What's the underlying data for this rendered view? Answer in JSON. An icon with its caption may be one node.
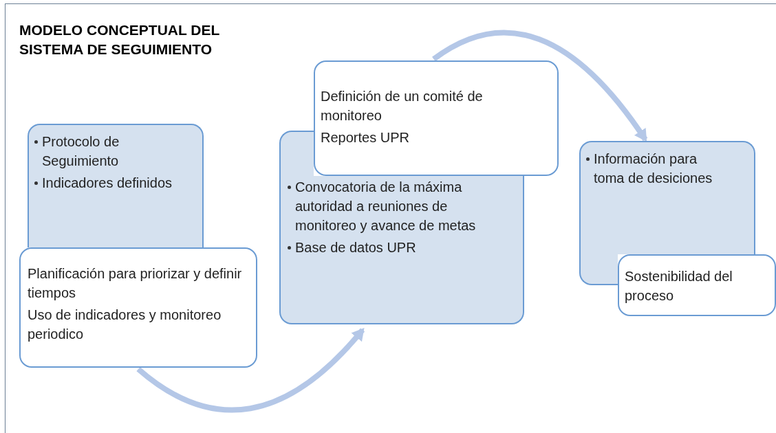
{
  "diagram": {
    "title": "MODELO CONCEPTUAL DEL SISTEMA DE SEGUIMIENTO",
    "nodes": [
      {
        "text": [
          "Protocolo de Seguimiento",
          "Indicadores definidos"
        ]
      },
      {
        "text": [
          "Planificación para priorizar y definir tiempos",
          "Uso de indicadores y monitoreo periodico"
        ]
      },
      {
        "text": [
          "Convocatoria de la máxima autoridad a reuniones de monitoreo y avance de metas",
          "Base de datos UPR"
        ]
      },
      {
        "text": [
          "Definición de un comité de monitoreo",
          "Reportes UPR"
        ]
      },
      {
        "text": [
          "Información para toma de desiciones"
        ]
      },
      {
        "text": [
          "Sostenibilidad del proceso"
        ]
      }
    ],
    "edges": [
      {
        "from": 1,
        "to": 2,
        "arrow": "to"
      },
      {
        "from": 3,
        "to": 4,
        "arrow": "to"
      }
    ]
  }
}
